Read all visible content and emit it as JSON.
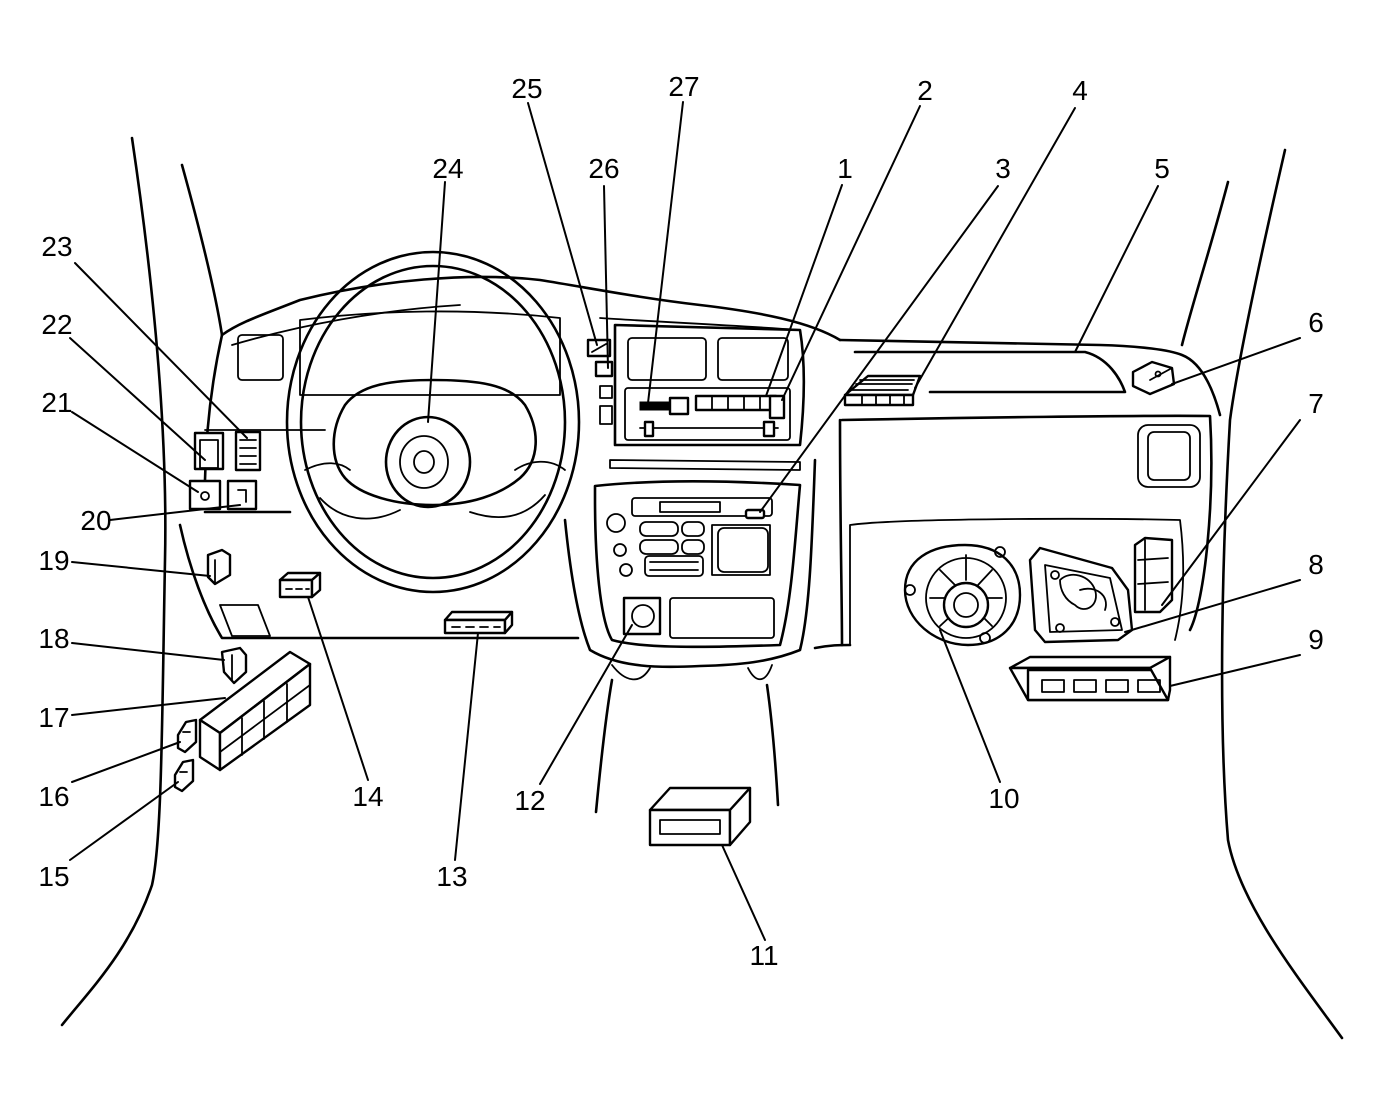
{
  "labels": [
    {
      "id": "1",
      "text": "1"
    },
    {
      "id": "2",
      "text": "2"
    },
    {
      "id": "3",
      "text": "3"
    },
    {
      "id": "4",
      "text": "4"
    },
    {
      "id": "5",
      "text": "5"
    },
    {
      "id": "6",
      "text": "6"
    },
    {
      "id": "7",
      "text": "7"
    },
    {
      "id": "8",
      "text": "8"
    },
    {
      "id": "9",
      "text": "9"
    },
    {
      "id": "10",
      "text": "10"
    },
    {
      "id": "11",
      "text": "11"
    },
    {
      "id": "12",
      "text": "12"
    },
    {
      "id": "13",
      "text": "13"
    },
    {
      "id": "14",
      "text": "14"
    },
    {
      "id": "15",
      "text": "15"
    },
    {
      "id": "16",
      "text": "16"
    },
    {
      "id": "17",
      "text": "17"
    },
    {
      "id": "18",
      "text": "18"
    },
    {
      "id": "19",
      "text": "19"
    },
    {
      "id": "20",
      "text": "20"
    },
    {
      "id": "21",
      "text": "21"
    },
    {
      "id": "22",
      "text": "22"
    },
    {
      "id": "23",
      "text": "23"
    },
    {
      "id": "24",
      "text": "24"
    },
    {
      "id": "25",
      "text": "25"
    },
    {
      "id": "26",
      "text": "26"
    },
    {
      "id": "27",
      "text": "27"
    }
  ]
}
